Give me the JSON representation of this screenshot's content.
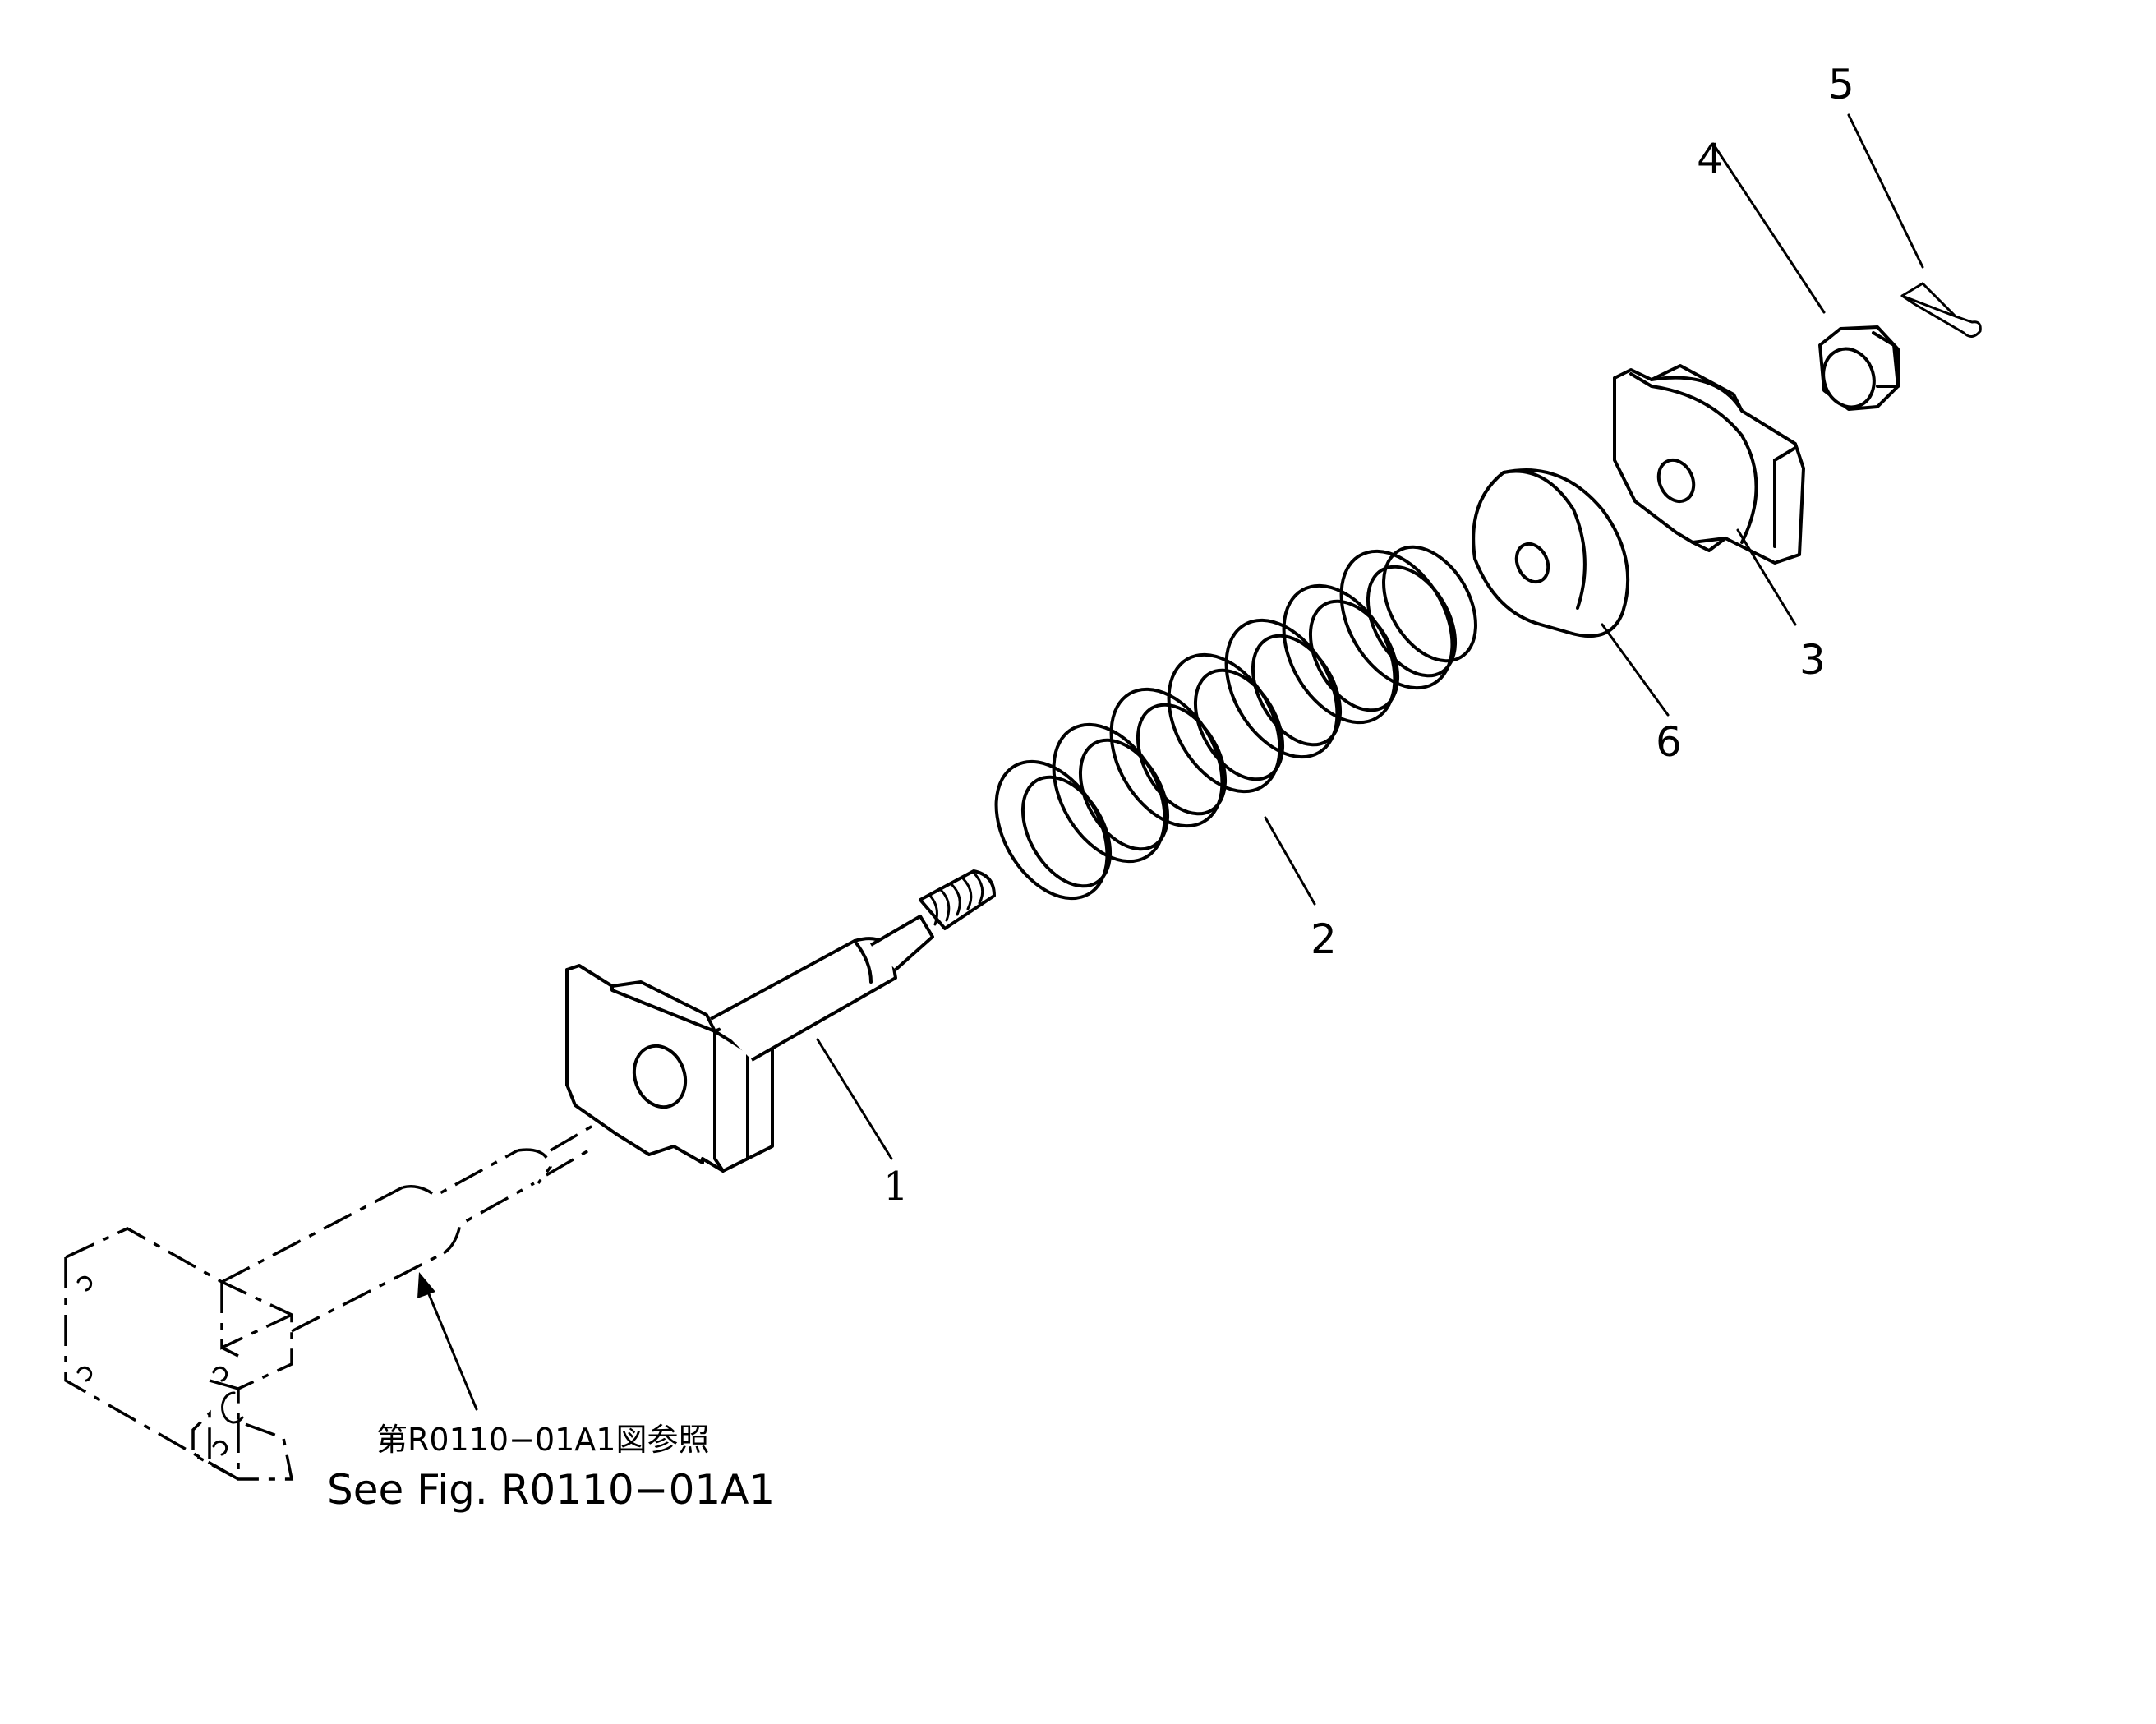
{
  "diagram": {
    "callouts": [
      {
        "id": "part-1",
        "label": "1"
      },
      {
        "id": "part-2",
        "label": "2"
      },
      {
        "id": "part-3",
        "label": "3"
      },
      {
        "id": "part-4",
        "label": "4"
      },
      {
        "id": "part-5",
        "label": "5"
      },
      {
        "id": "part-6",
        "label": "6"
      }
    ],
    "reference": {
      "japanese": "第R0110−01A1図参照",
      "english": "See Fig. R0110−01A1"
    }
  }
}
